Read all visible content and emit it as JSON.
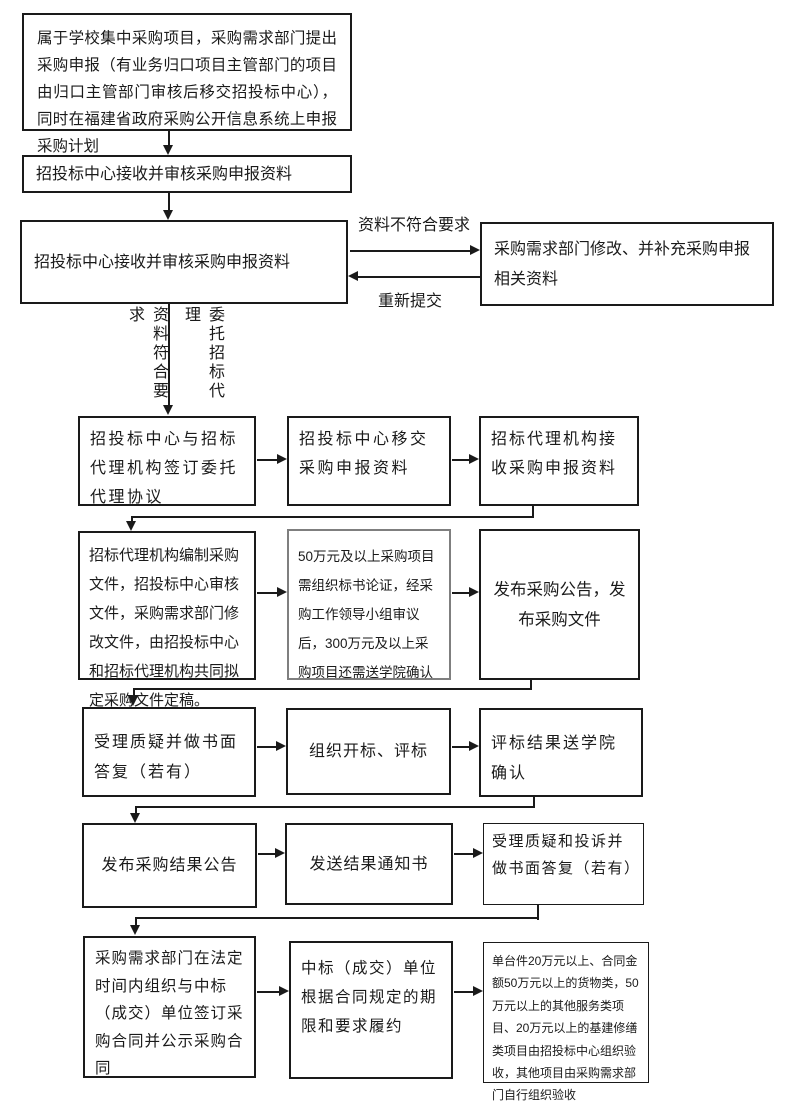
{
  "nodes": {
    "start": "属于学校集中采购项目，采购需求部门提出采购申报（有业务归口项目主管部门的项目由归口主管部门审核后移交招投标中心），同时在福建省政府采购公开信息系统上申报采购计划",
    "receive": "招投标中心接收并审核采购申报资料",
    "review": "招投标中心接收并审核采购申报资料",
    "revise": "采购需求部门修改、并补充采购申报相关资料",
    "sign_agency": "招投标中心与招标代理机构签订委托代理协议",
    "transfer": "招投标中心移交采购申报资料",
    "agency_receive": "招标代理机构接收采购申报资料",
    "prepare_docs": "招标代理机构编制采购文件，招投标中心审核文件，采购需求部门修改文件，由招投标中心和招标代理机构共同拟定采购文件定稿。",
    "argumentation": "50万元及以上采购项目需组织标书论证，经采购工作领导小组审议后，300万元及以上采购项目还需送学院确认",
    "announce": "发布采购公告，发布采购文件",
    "inquiry1": "受理质疑并做书面答复（若有）",
    "bid_opening": "组织开标、评标",
    "result_confirm": "评标结果送学院确认",
    "result_announce": "发布采购结果公告",
    "notice": "发送结果通知书",
    "inquiry2": "受理质疑和投诉并做书面答复（若有）",
    "contract": "采购需求部门在法定时间内组织与中标（成交）单位签订采购合同并公示采购合同",
    "perform": "中标（成交）单位根据合同规定的期限和要求履约",
    "acceptance": "单台件20万元以上、合同金额50万元以上的货物类，50万元以上的其他服务类项目、20万元以上的基建修缮类项目由招投标中心组织验收，其他项目由采购需求部门自行组织验收"
  },
  "labels": {
    "not_conform": "资料不符合要求",
    "resubmit": "重新提交",
    "conform": "资料符合要求",
    "entrust": "委托招标代理"
  },
  "colors": {
    "line": "#1a1a1a",
    "gray_border": "#7f7f7f"
  }
}
